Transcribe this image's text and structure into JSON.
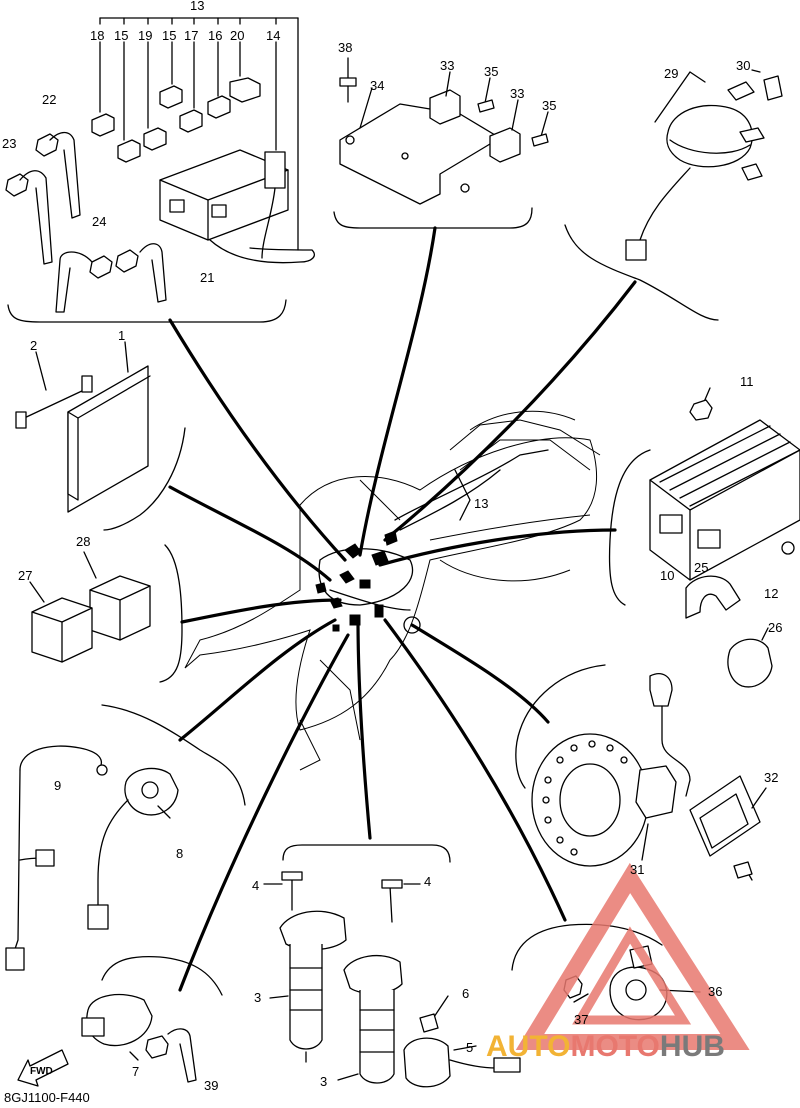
{
  "diagram_code": "8GJ1100-F440",
  "fwd_label": "FWD",
  "watermark": {
    "part1": "AUTO",
    "part2": "MOTO",
    "part3": "HUB",
    "color1": "#f2b335",
    "color2": "#e8786f",
    "color3": "#7a7a7a"
  },
  "callouts": {
    "c1": "1",
    "c2": "2",
    "c3a": "3",
    "c3b": "3",
    "c4a": "4",
    "c4b": "4",
    "c5": "5",
    "c6": "6",
    "c7": "7",
    "c8": "8",
    "c9": "9",
    "c10": "10",
    "c11": "11",
    "c12": "12",
    "c13a": "13",
    "c13b": "13",
    "c14": "14",
    "c15a": "15",
    "c15b": "15",
    "c16": "16",
    "c17": "17",
    "c18": "18",
    "c19": "19",
    "c20": "20",
    "c21": "21",
    "c22": "22",
    "c23": "23",
    "c24": "24",
    "c25": "25",
    "c26": "26",
    "c27": "27",
    "c28": "28",
    "c29": "29",
    "c30": "30",
    "c31": "31",
    "c32": "32",
    "c33a": "33",
    "c33b": "33",
    "c34": "34",
    "c35a": "35",
    "c35b": "35",
    "c36": "36",
    "c37": "37",
    "c38": "38",
    "c39": "39"
  }
}
